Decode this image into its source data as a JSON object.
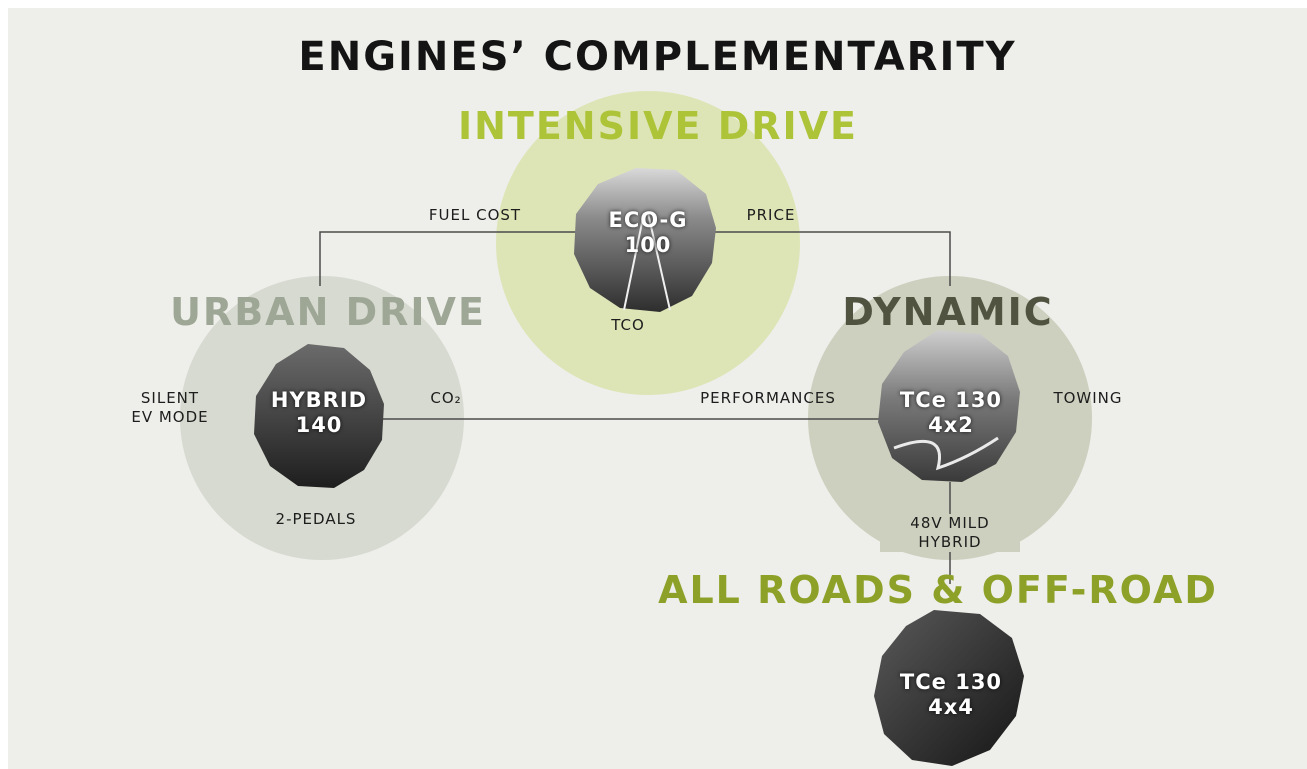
{
  "title": "ENGINES’ COMPLEMENTARITY",
  "categories": {
    "intensive": "INTENSIVE DRIVE",
    "urban": "URBAN DRIVE",
    "dynamic": "DYNAMIC",
    "allroads": "ALL ROADS & OFF-ROAD"
  },
  "engines": {
    "ecog": {
      "line1": "ECO-G",
      "line2": "100"
    },
    "hybrid": {
      "line1": "HYBRID",
      "line2": "140"
    },
    "tce130_4x2": {
      "line1": "TCe 130",
      "line2": "4x2"
    },
    "tce130_4x4": {
      "line1": "TCe 130",
      "line2": "4x4"
    }
  },
  "labels": {
    "fuel_cost": "FUEL COST",
    "price": "PRICE",
    "tco": "TCO",
    "silent_line1": "SILENT",
    "silent_line2": "EV MODE",
    "co2": "CO₂",
    "two_pedals": "2-PEDALS",
    "performances": "PERFORMANCES",
    "towing": "TOWING",
    "mild_line1": "48V MILD",
    "mild_line2": "HYBRID"
  },
  "colors": {
    "background": "#eeeeea",
    "intensive": "#adc439",
    "urban": "#9ea795",
    "dynamic": "#4f5340",
    "allroads": "#8da128"
  }
}
